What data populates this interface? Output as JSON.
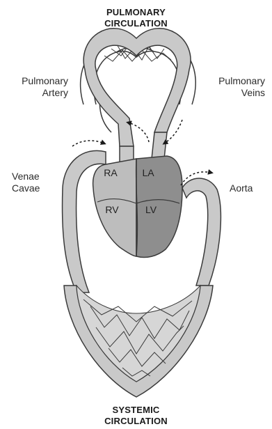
{
  "titles": {
    "pulmonary_line1": "PULMONARY",
    "pulmonary_line2": "CIRCULATION",
    "systemic_line1": "SYSTEMIC",
    "systemic_line2": "CIRCULATION"
  },
  "labels": {
    "pulmonary_artery_line1": "Pulmonary",
    "pulmonary_artery_line2": "Artery",
    "pulmonary_veins_line1": "Pulmonary",
    "pulmonary_veins_line2": "Veins",
    "venae_cavae_line1": "Venae",
    "venae_cavae_line2": "Cavae",
    "aorta": "Aorta"
  },
  "chambers": {
    "ra": "RA",
    "la": "LA",
    "rv": "RV",
    "lv": "LV"
  },
  "colors": {
    "vessel_fill": "#c9c9c9",
    "vessel_stroke": "#3a3a3a",
    "right_heart": "#bdbdbd",
    "left_heart": "#8e8e8e",
    "capillary_bed": "#d6d6d6"
  }
}
